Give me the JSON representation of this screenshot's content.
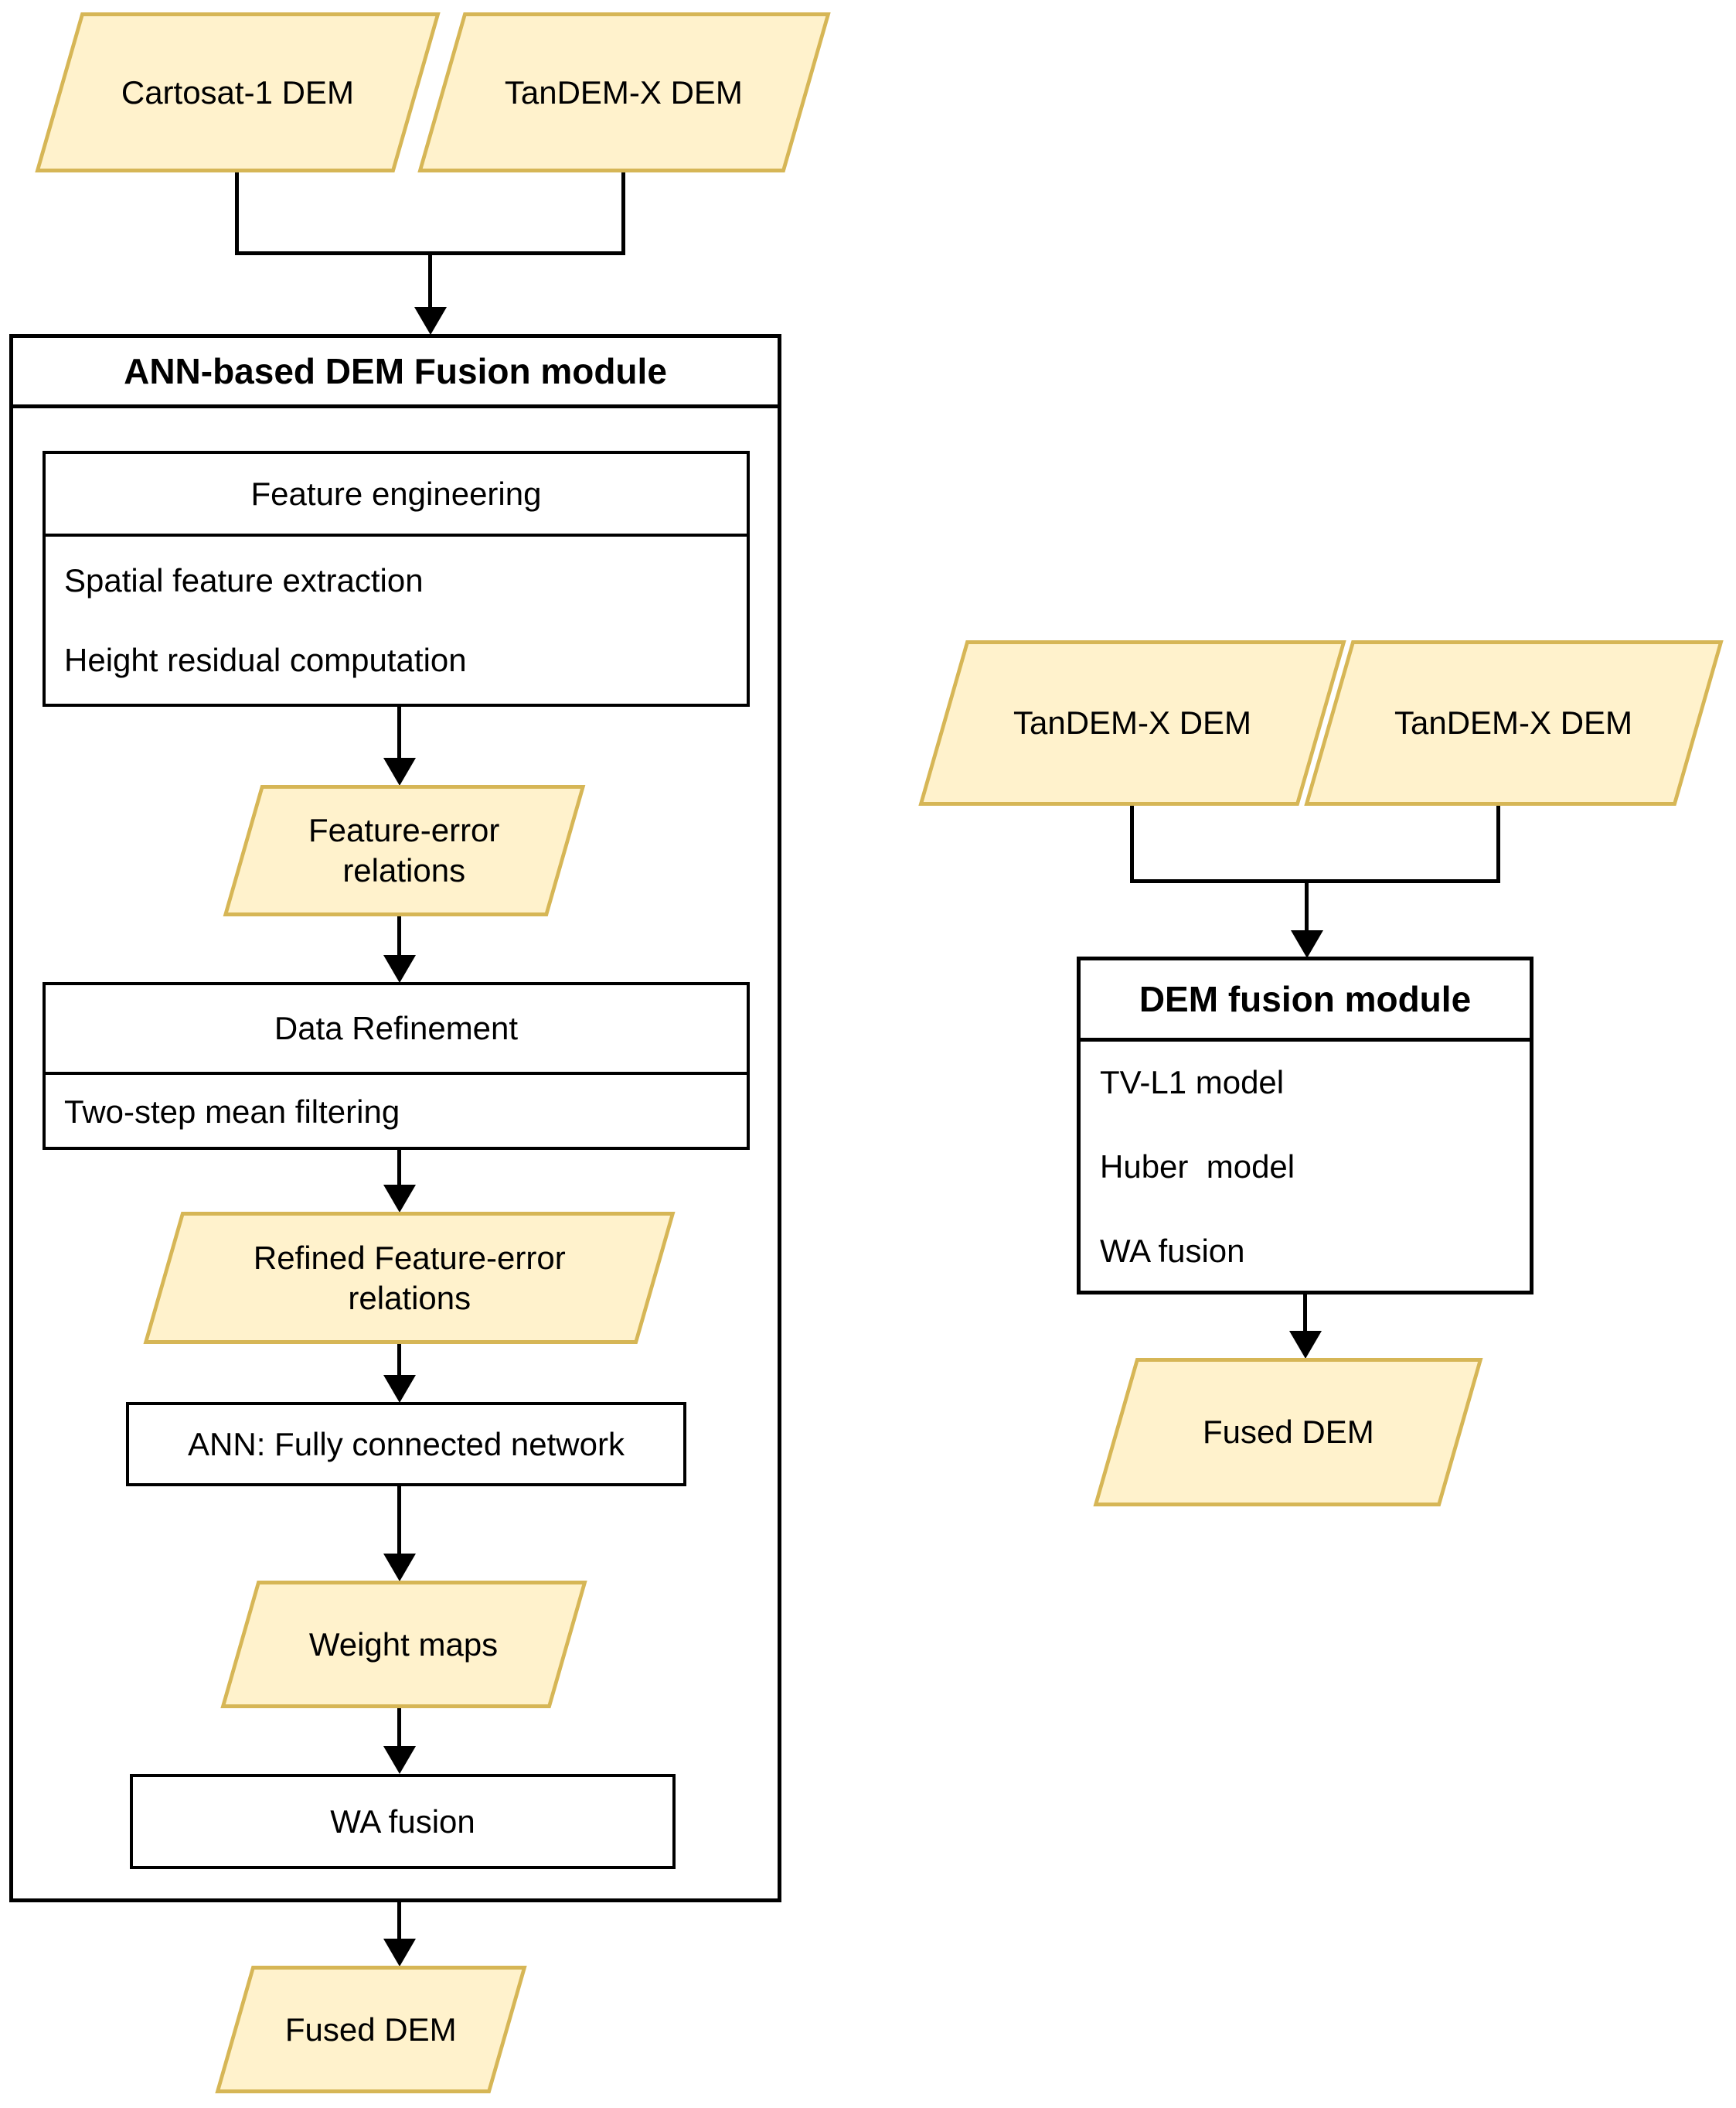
{
  "colors": {
    "shape_fill": "#FFF2CC",
    "shape_stroke": "#D6B656",
    "line_color": "#000000"
  },
  "left_flow": {
    "input_left": "Cartosat-1 DEM",
    "input_right": "TanDEM-X DEM",
    "module_title": "ANN-based DEM Fusion module",
    "feature_engineering": {
      "title": "Feature engineering",
      "row1": "Spatial feature extraction",
      "row2": "Height residual computation"
    },
    "feature_error": {
      "line1": "Feature-error",
      "line2": "relations"
    },
    "data_refinement": {
      "title": "Data Refinement",
      "row1": "Two-step mean filtering"
    },
    "refined_feature_error": {
      "line1": "Refined Feature-error",
      "line2": "relations"
    },
    "ann": "ANN: Fully connected network",
    "weight_maps": "Weight maps",
    "wa_fusion": "WA fusion",
    "output": "Fused DEM"
  },
  "right_flow": {
    "input_left": "TanDEM-X DEM",
    "input_right": "TanDEM-X DEM",
    "module_title": "DEM fusion module",
    "rows": {
      "row1": "TV-L1 model",
      "row2": "Huber  model",
      "row3": "WA fusion"
    },
    "output": "Fused DEM"
  }
}
